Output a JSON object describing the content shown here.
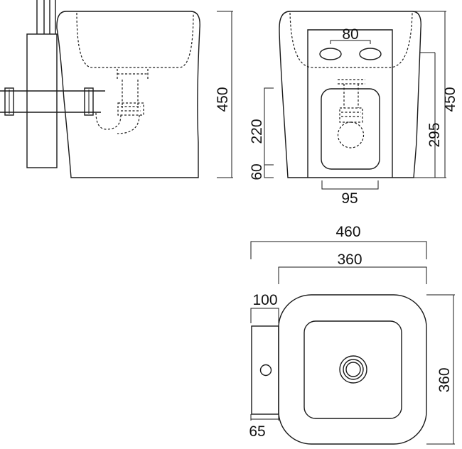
{
  "dimensions": {
    "side_height": "450",
    "side_outlet_height": "220",
    "side_floor_offset": "60",
    "front_tap_spacing": "80",
    "front_height": "450",
    "front_outlet_height": "295",
    "front_outlet_width": "95",
    "top_total_width": "460",
    "top_bowl_width": "360",
    "top_tank_width": "100",
    "top_depth": "360",
    "top_tank_offset": "65"
  }
}
